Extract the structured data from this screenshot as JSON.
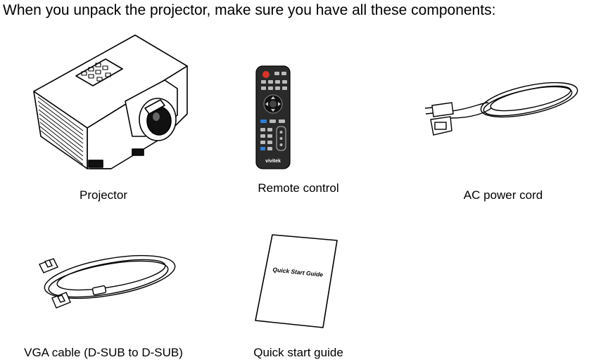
{
  "intro_text": "When you unpack the projector, make sure you have all these components:",
  "components": [
    {
      "id": "projector",
      "caption": "Projector",
      "icon": "projector-icon"
    },
    {
      "id": "remote",
      "caption": "Remote control",
      "icon": "remote-control-icon",
      "brand_text": "vivitek"
    },
    {
      "id": "power-cord",
      "caption": "AC power cord",
      "icon": "power-cord-icon"
    },
    {
      "id": "vga-cable",
      "caption": "VGA cable (D-SUB to D-SUB)",
      "icon": "vga-cable-icon"
    },
    {
      "id": "guide",
      "caption": "Quick start guide",
      "icon": "booklet-icon",
      "cover_text": "Quick Start Guide"
    }
  ],
  "colors": {
    "line": "#000000",
    "remote_body": "#2a2a2a",
    "power_button": "#d9342b",
    "accent_button": "#2f7fd6"
  }
}
